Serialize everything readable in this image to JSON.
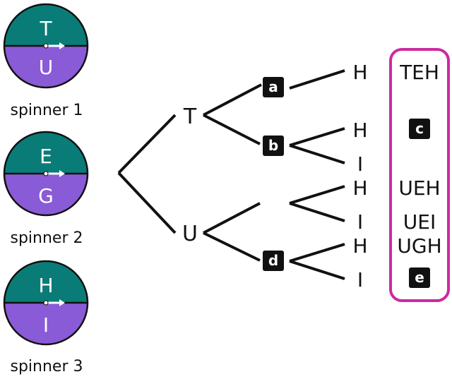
{
  "colors": {
    "top_half": "#0a7c78",
    "bottom_half": "#8a5bd6",
    "outline": "#111111",
    "highlight_box": "#cc2aa0",
    "badge": "#111111",
    "badge_text": "#ffffff"
  },
  "spinners": [
    {
      "name": "spinner 1",
      "top": "T",
      "bottom": "U"
    },
    {
      "name": "spinner 2",
      "top": "E",
      "bottom": "G"
    },
    {
      "name": "spinner 3",
      "top": "H",
      "bottom": "I"
    }
  ],
  "tree": {
    "level1": [
      "T",
      "U"
    ],
    "level2_badges": [
      "a",
      "b",
      "d"
    ],
    "level3": [
      "H",
      "H",
      "I",
      "H",
      "I",
      "H",
      "I"
    ]
  },
  "outcomes": {
    "items": [
      "TEH",
      "c",
      "UEH",
      "UEI",
      "UGH",
      "e"
    ],
    "badge_items": [
      "c",
      "e"
    ]
  }
}
